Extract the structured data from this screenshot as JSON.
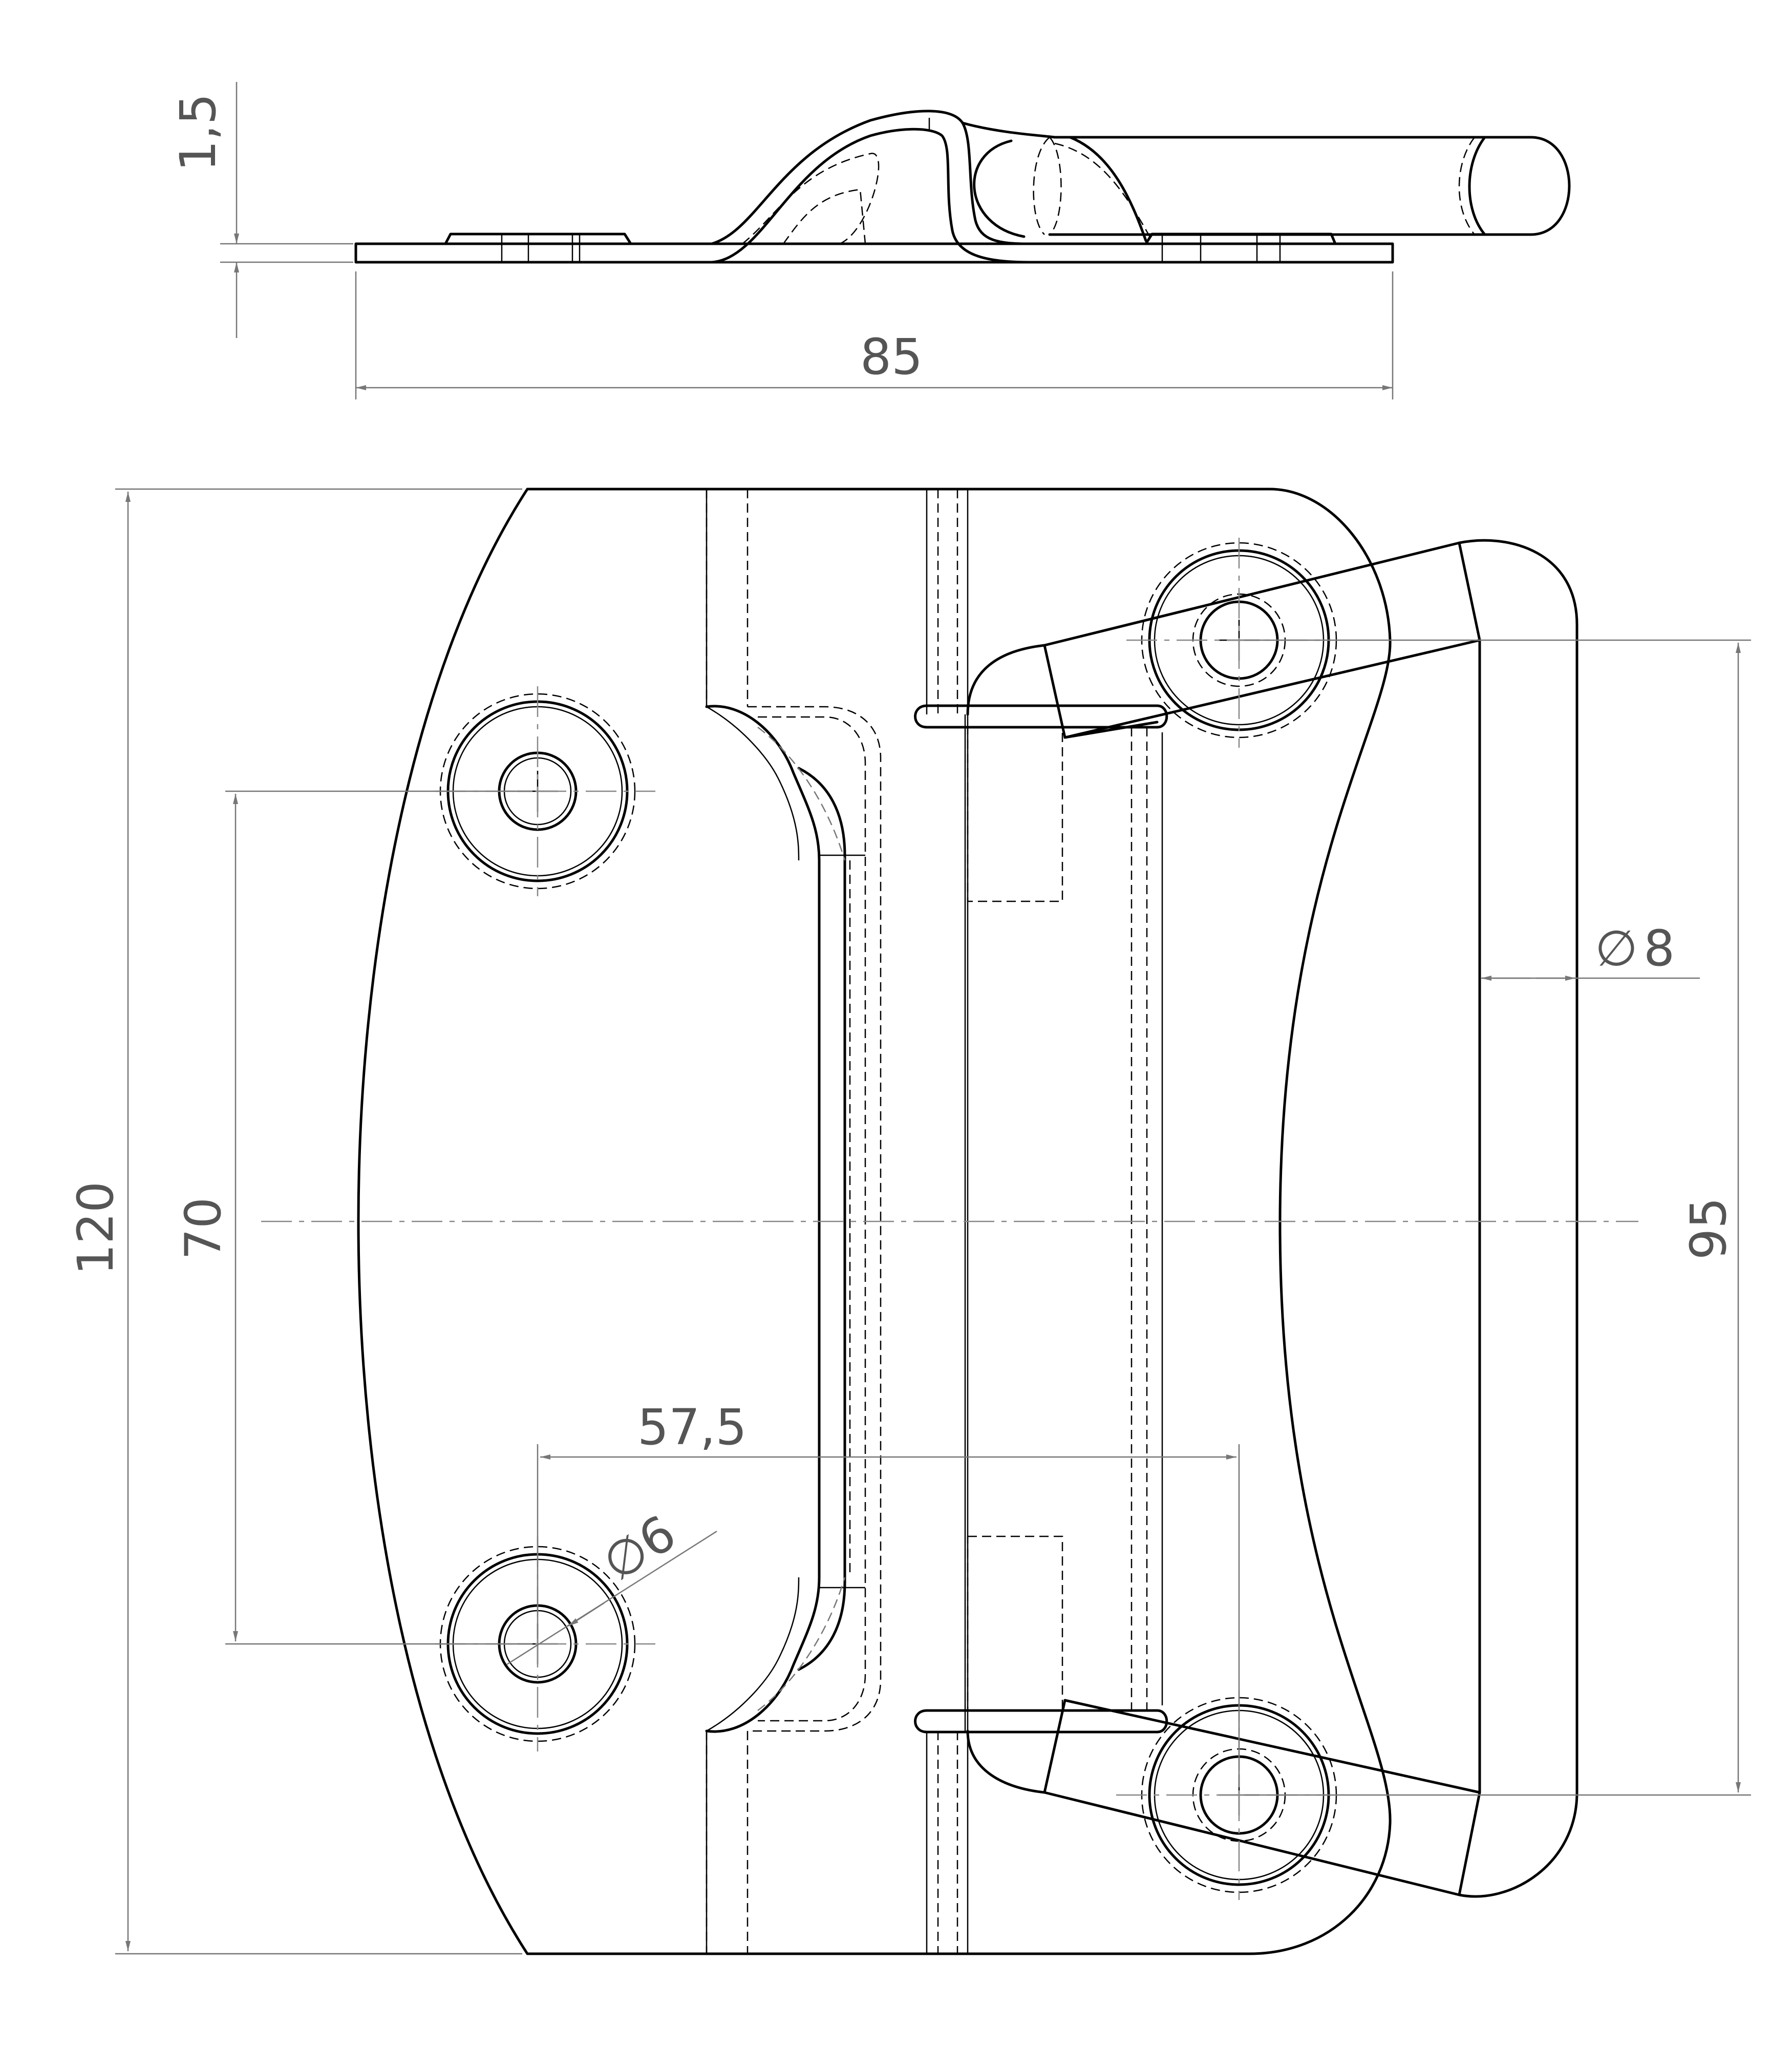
{
  "drawing": {
    "dimensions": {
      "thickness": "1,5",
      "side_width": "85",
      "overall_height": "120",
      "hole_spacing": "70",
      "handle_span": "95",
      "hole_offset": "57,5",
      "hole_diameter": "6",
      "rod_diameter": "8"
    },
    "diameter_symbol": "∅"
  }
}
